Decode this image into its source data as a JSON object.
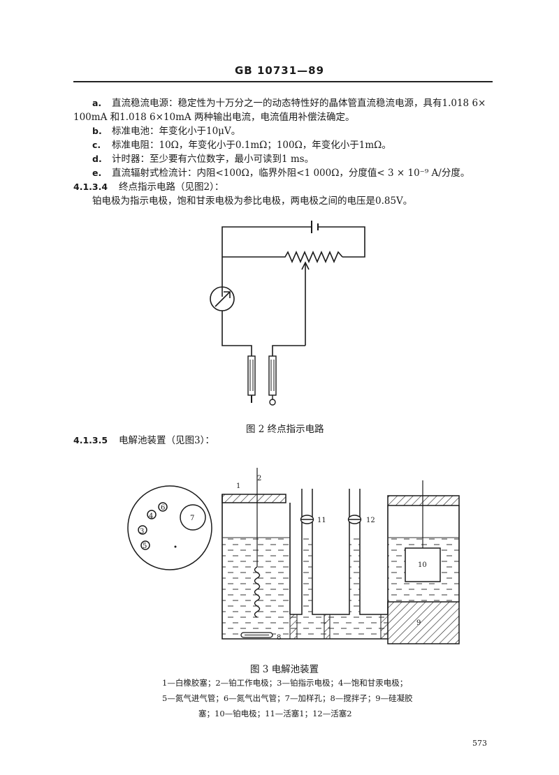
{
  "header": {
    "standard_number": "GB 10731—89"
  },
  "items": [
    {
      "label": "a.",
      "text": "直流稳流电源：稳定性为十万分之一的动态特性好的晶体管直流稳流电源，具有1.018 6×",
      "cont": "100mA 和1.018 6×10mA 两种输出电流，电流值用补偿法确定。"
    },
    {
      "label": "b.",
      "text": "标准电池：年变化小于10μV。"
    },
    {
      "label": "c.",
      "text": "标准电阻：10Ω，年变化小于0.1mΩ；100Ω，年变化小于1mΩ。"
    },
    {
      "label": "d.",
      "text": "计时器：至少要有六位数字，最小可读到1 ms。"
    },
    {
      "label": "e.",
      "text": "直流辐射式检流计：内阻<100Ω，临界外阻<1 000Ω，分度值< 3 × 10⁻⁹ A/分度。"
    }
  ],
  "section_4134": {
    "number": "4.1.3.4",
    "title": "终点指示电路（见图2）：",
    "body": "铂电极为指示电极，饱和甘汞电极为参比电极，两电极之间的电压是0.85V。"
  },
  "figure2": {
    "caption": "图 2   终点指示电路"
  },
  "section_4135": {
    "number": "4.1.3.5",
    "title": "电解池装置（见图3）："
  },
  "figure3": {
    "caption": "图 3   电解池装置",
    "labels": {
      "n1": "1",
      "n2": "2",
      "n3": "3",
      "n4": "4",
      "n5": "5",
      "n6": "6",
      "n7": "7",
      "n8": "8",
      "n9": "9",
      "n10": "10",
      "n11": "11",
      "n12": "12"
    },
    "legend": [
      "1—白橡胶塞；2—铂工作电极；3—铂指示电极；4—饱和甘汞电极；",
      "5—氮气进气管；6—氮气出气管；7—加样孔；8—搅拌子；9—硅凝胶",
      "塞；10—铂电极；11—活塞1；12—活塞2"
    ]
  },
  "page_number": "573"
}
